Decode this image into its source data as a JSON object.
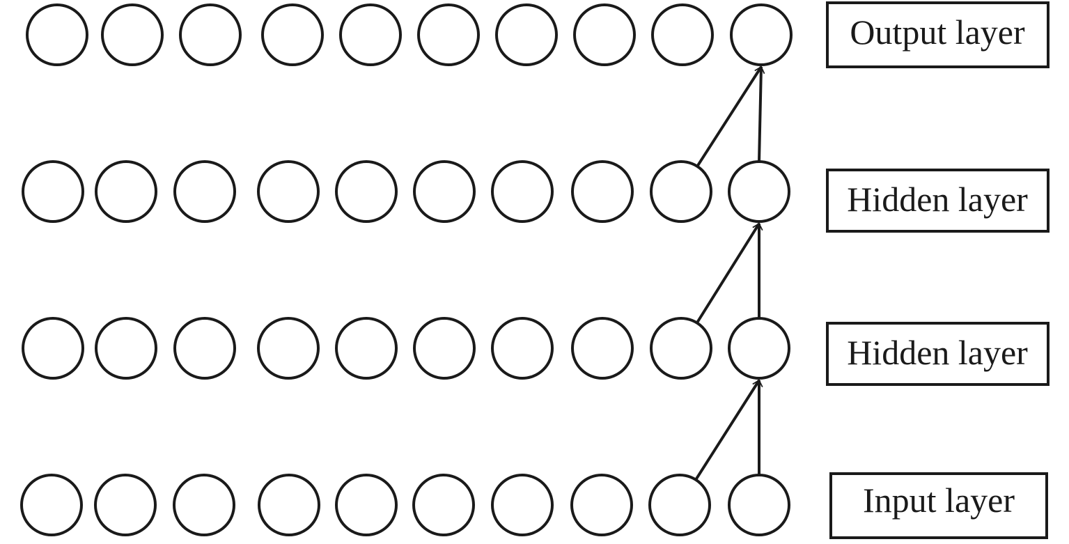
{
  "diagram": {
    "nodes_per_layer": 10,
    "connected_node_indices": [
      8,
      9
    ],
    "layers": [
      {
        "id": "output",
        "label": "Output layer"
      },
      {
        "id": "hidden-2",
        "label": "Hidden layer"
      },
      {
        "id": "hidden-1",
        "label": "Hidden layer"
      },
      {
        "id": "input",
        "label": "Input layer"
      }
    ]
  }
}
